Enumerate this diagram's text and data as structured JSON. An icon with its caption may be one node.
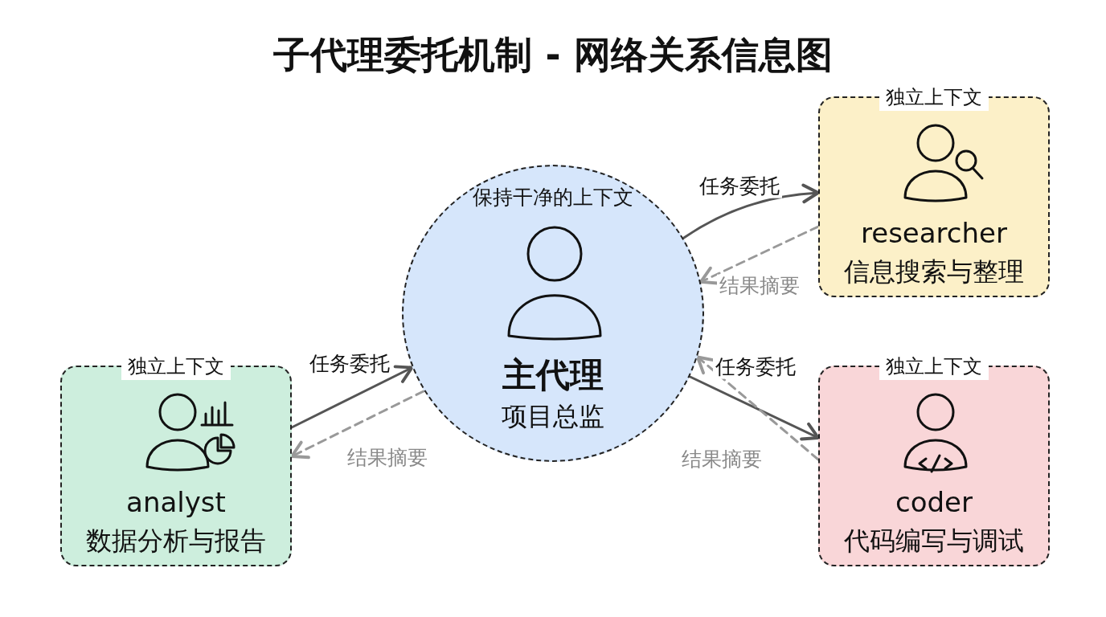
{
  "diagram": {
    "title": "子代理委托机制 - 网络关系信息图",
    "nodes": [
      {
        "text": [
          "独立上下文",
          "researcher",
          "信息搜索与整理"
        ]
      },
      {
        "text": [
          "保持干净的上下文",
          "主代理",
          "项目总监"
        ]
      },
      {
        "text": [
          "独立上下文",
          "analyst",
          "数据分析与报告"
        ]
      },
      {
        "text": [
          "独立上下文",
          "coder",
          "代码编写与调试"
        ]
      }
    ],
    "edges": [
      {
        "from": 1,
        "to": 0,
        "arrow": "to",
        "label": "任务委托"
      },
      {
        "from": 0,
        "to": 1,
        "arrow": "to",
        "label": "结果摘要",
        "style": "dashed",
        "color": "#999999"
      },
      {
        "from": 1,
        "to": 3,
        "arrow": "to",
        "label": "任务委托"
      },
      {
        "from": 3,
        "to": 1,
        "arrow": "to",
        "label": "结果摘要",
        "style": "dashed",
        "color": "#999999"
      },
      {
        "from": 2,
        "to": 1,
        "arrow": "to",
        "label": "任务委托"
      },
      {
        "from": 1,
        "to": 2,
        "arrow": "to",
        "label": "结果摘要",
        "style": "dashed",
        "color": "#999999"
      }
    ]
  }
}
